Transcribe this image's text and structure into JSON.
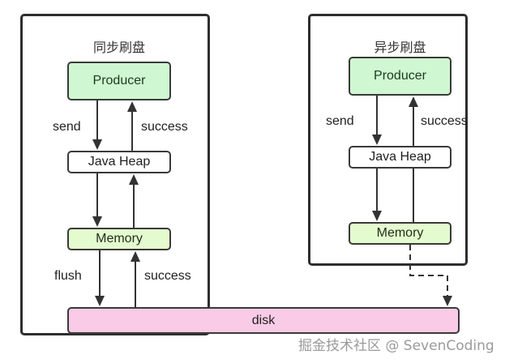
{
  "sync_panel": {
    "title": "同步刷盘",
    "producer": "Producer",
    "heap": "Java Heap",
    "memory": "Memory",
    "send_label": "send",
    "success_label_top": "success",
    "flush_label": "flush",
    "success_label_bottom": "success"
  },
  "async_panel": {
    "title": "异步刷盘",
    "producer": "Producer",
    "heap": "Java Heap",
    "memory": "Memory",
    "send_label": "send",
    "success_label": "success"
  },
  "disk": {
    "label": "disk"
  },
  "watermark": "掘金技术社区 @ SevenCoding",
  "colors": {
    "producer": "#cff7d1",
    "memory": "#e4fbcf",
    "disk": "#f9cbe6",
    "border": "#2e2e2e"
  }
}
